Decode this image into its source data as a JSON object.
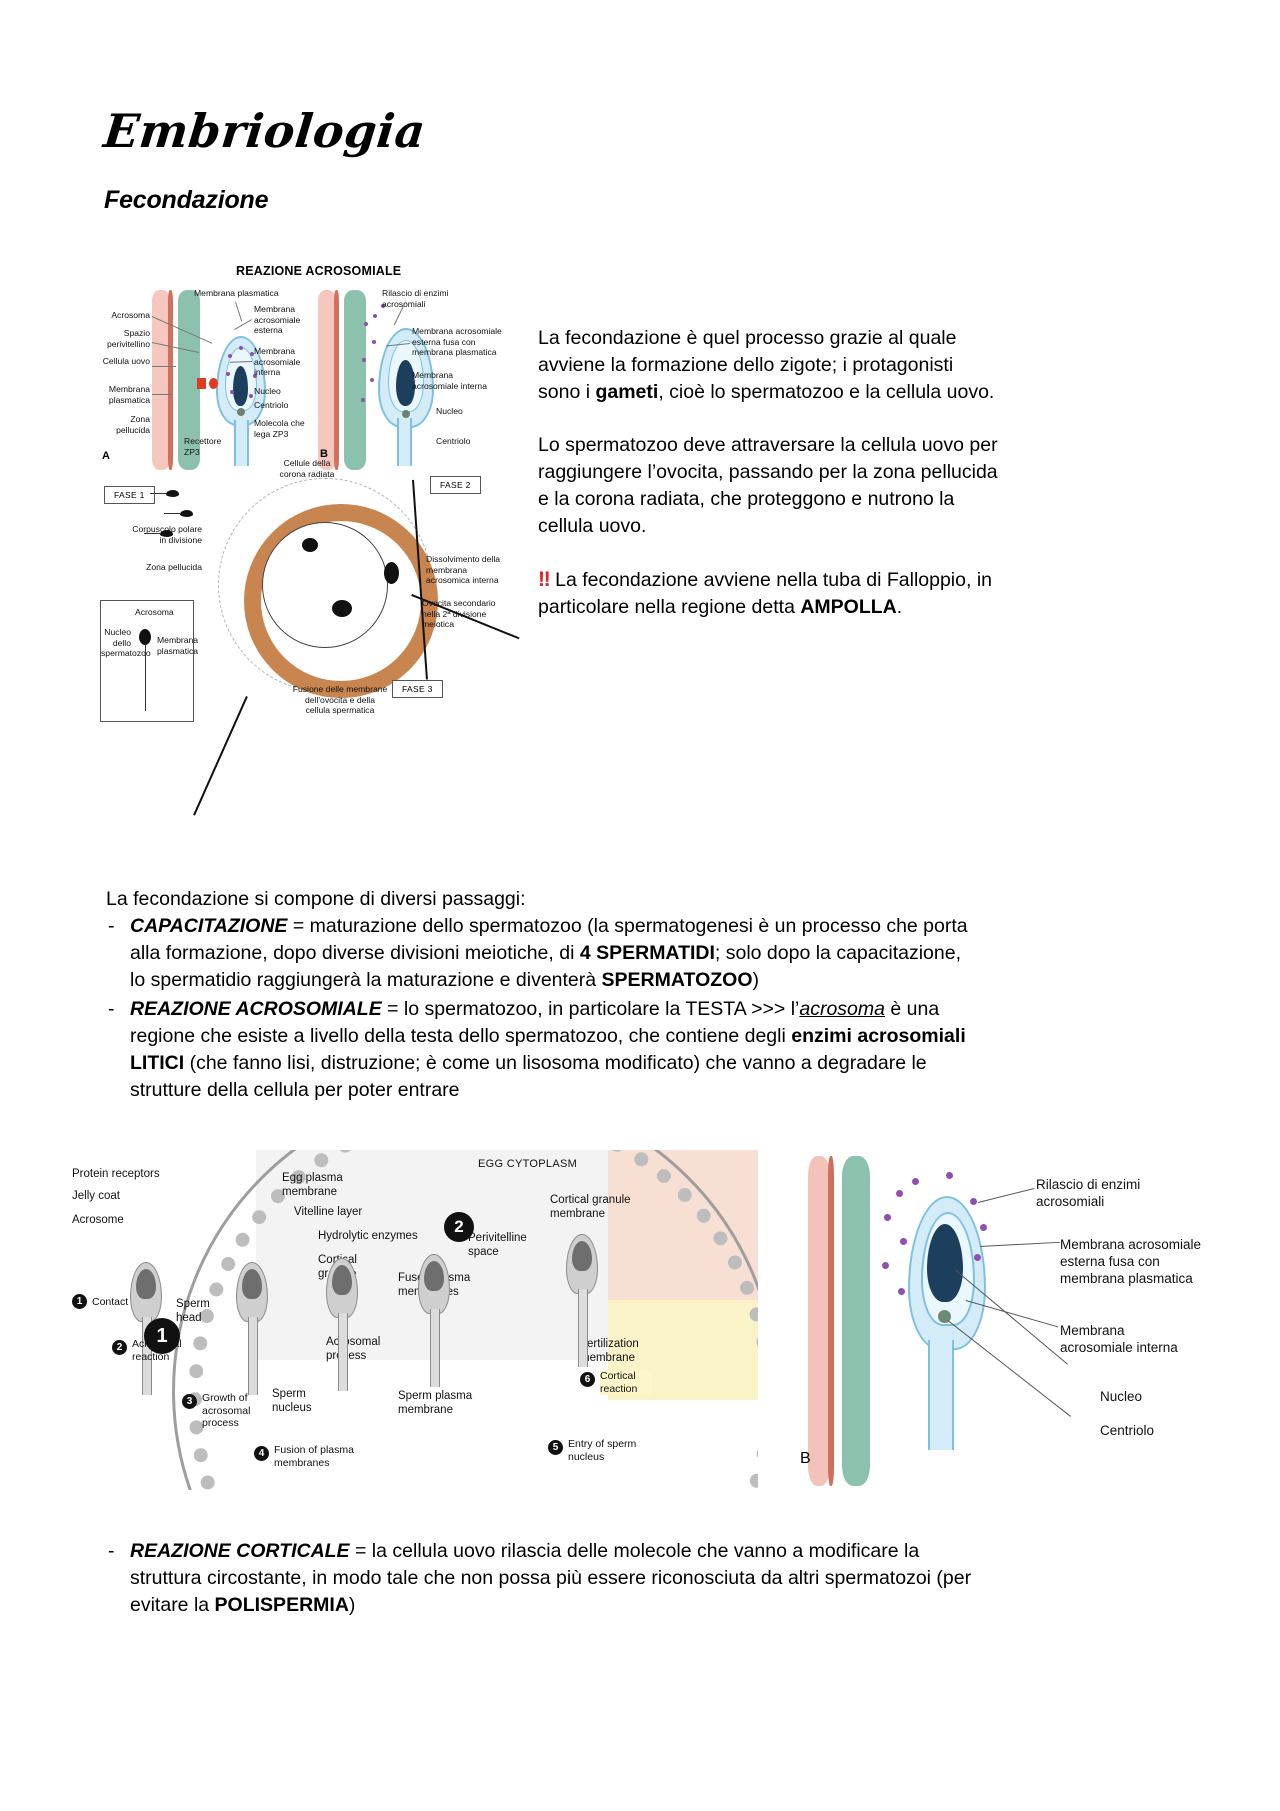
{
  "document": {
    "title": "Embriologia",
    "section_heading": "Fecondazione"
  },
  "intro": {
    "p1_a": "La fecondazione è quel processo grazie al quale avviene la formazione dello zigote; i protagonisti sono i ",
    "p1_bold": "gameti",
    "p1_b": ", cioè lo spermatozoo e la cellula uovo.",
    "p2": "Lo spermatozoo deve attraversare la cellula uovo per raggiungere l’ovocita, passando per la zona pellucida e la corona radiata, che proteggono e nutrono la cellula uovo.",
    "p3_bangs": "‼",
    "p3_a": " La fecondazione avviene nella tuba di Falloppio, in particolare nella regione detta ",
    "p3_bold": "AMPOLLA",
    "p3_b": "."
  },
  "steps": {
    "lead": "La fecondazione si compone di diversi passaggi:",
    "dash": "-",
    "items": [
      {
        "term": "CAPACITAZIONE",
        "t1": " = maturazione dello spermatozoo (la spermatogenesi è un processo che porta alla formazione, dopo diverse divisioni meiotiche, di ",
        "b1": "4 SPERMATIDI",
        "t2": "; solo dopo la capacitazione, lo spermatidio raggiungerà la maturazione e diventerà ",
        "b2": "SPERMATOZOO",
        "t3": ")"
      },
      {
        "term": "REAZIONE ACROSOMIALE",
        "t1": " = lo spermatozoo, in particolare la TESTA >>> l’",
        "u1": "acrosoma",
        "t2": " è una regione che esiste a livello della testa dello spermatozoo, che contiene degli ",
        "b1": "enzimi acrosomiali LITICI",
        "t3": " (che fanno lisi, distruzione; è come un lisosoma modificato) che vanno a degradare le strutture della cellula per poter entrare"
      }
    ],
    "cortical": {
      "term": "REAZIONE CORTICALE",
      "t1": " = la cellula uovo rilascia delle molecole che vanno a modificare la struttura circostante, in modo tale che non possa più essere riconosciuta da altri spermatozoi (per evitare la ",
      "b1": "POLISPERMIA",
      "t2": ")"
    }
  },
  "figure1": {
    "title": "REAZIONE ACROSOMIALE",
    "panel_a_letter": "A",
    "panel_b_letter": "B",
    "labels_left": [
      "Acrosoma",
      "Spazio perivitellino",
      "Cellula uovo",
      "Membrana plasmatica",
      "Zona pellucida"
    ],
    "labels_center": [
      "Membrana plasmatica",
      "Membrana acrosomiale esterna",
      "Membrana acrosomiale interna",
      "Nucleo",
      "Centriolo",
      "Molecola che lega ZP3",
      "Recettore ZP3"
    ],
    "labels_right": [
      "Rilascio di enzimi acrosomiali",
      "Membrana acrosomiale esterna fusa con membrana plasmatica",
      "Membrana acrosomiale interna",
      "Nucleo",
      "Centriolo"
    ],
    "lower": {
      "fase1": "FASE 1",
      "fase2": "FASE 2",
      "fase3": "FASE 3",
      "corona": "Cellule della corona radiata",
      "corpuscolo": "Corpuscolo polare in divisione",
      "zona": "Zona pellucida",
      "dissolvimento": "Dissolvimento della membrana acrosomica interna",
      "ovocita": "Ovocita secondario nella 2ª divisione meiotica",
      "fusione": "Fusione delle membrane dell'ovocita e della cellula spermatica",
      "inset_acrosoma": "Acrosoma",
      "inset_nucleo": "Nucleo dello spermatozoo",
      "inset_membrana": "Membrana plasmatica"
    }
  },
  "figure2": {
    "panel_a": {
      "cytoplasm": "EGG CYTOPLASM",
      "labels": [
        "Protein receptors",
        "Jelly coat",
        "Acrosome",
        "Egg plasma membrane",
        "Vitelline layer",
        "Hydrolytic enzymes",
        "Cortical granule",
        "Perivitelline space",
        "Fused plasma membranes",
        "Cortical granule membrane",
        "Sperm head",
        "Acrosomal process",
        "Sperm nucleus",
        "Sperm plasma membrane",
        "Fertilization membrane"
      ],
      "steps": [
        {
          "n": "1",
          "label": "Contact"
        },
        {
          "n": "2",
          "label": "Acrosomal reaction"
        },
        {
          "n": "3",
          "label": "Growth of acrosomal process"
        },
        {
          "n": "4",
          "label": "Fusion of plasma membranes"
        },
        {
          "n": "5",
          "label": "Entry of sperm nucleus"
        },
        {
          "n": "6",
          "label": "Cortical reaction"
        }
      ],
      "big_numbers": [
        "1",
        "2"
      ]
    },
    "panel_b": {
      "letter": "B",
      "labels": [
        "Rilascio di enzimi acrosomiali",
        "Membrana acrosomiale esterna fusa con membrana plasmatica",
        "Membrana acrosomiale interna",
        "Nucleo",
        "Centriolo"
      ]
    }
  },
  "colors": {
    "accent_red": "#e02020",
    "zona_pink": "#f5c7bf",
    "membrane_green": "#8cc2ad",
    "sperm_blue": "#d3ecf7",
    "nucleus_navy": "#1d3f5e",
    "corona_orange": "#c98550",
    "granule_purple": "#8e4fb0"
  }
}
